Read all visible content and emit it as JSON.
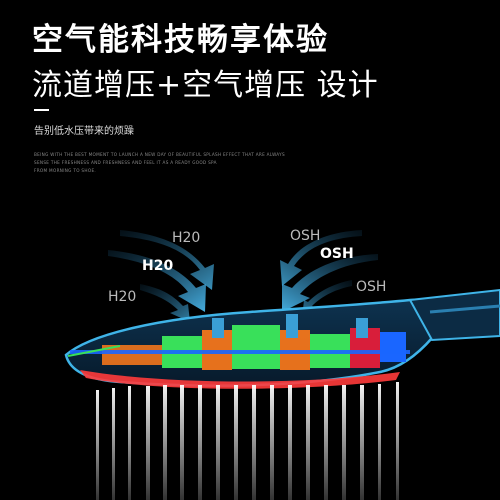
{
  "heading": {
    "line1": "空气能科技畅享体验",
    "line2": "流道增压+空气增压 设计"
  },
  "subtitle": "告别低水压带来的烦躁",
  "small_text": [
    "BEING WITH THE BEST MOMENT TO LAUNCH A NEW DAY OF BEAUTIFUL SPLASH EFFECT THAT ARE ALWAYS",
    "SENSE THE FRESHNESS AND FRESHNESS AND FEEL IT AS A READY GOOD SPA",
    "FROM MORNING TO SHOE."
  ],
  "labels": {
    "left_top": "H20",
    "left_mid": "H20",
    "left_bottom": "H20",
    "right_top": "OSH",
    "right_mid": "OSH",
    "right_bottom": "OSH"
  },
  "colors": {
    "arrow_blue": "#3a9fd6",
    "shell_cyan": "#35b6e6",
    "inner_green": "#39e05a",
    "inner_orange": "#ff7a1a",
    "inner_red": "#d81e3a",
    "inner_blue": "#1a66ff"
  }
}
